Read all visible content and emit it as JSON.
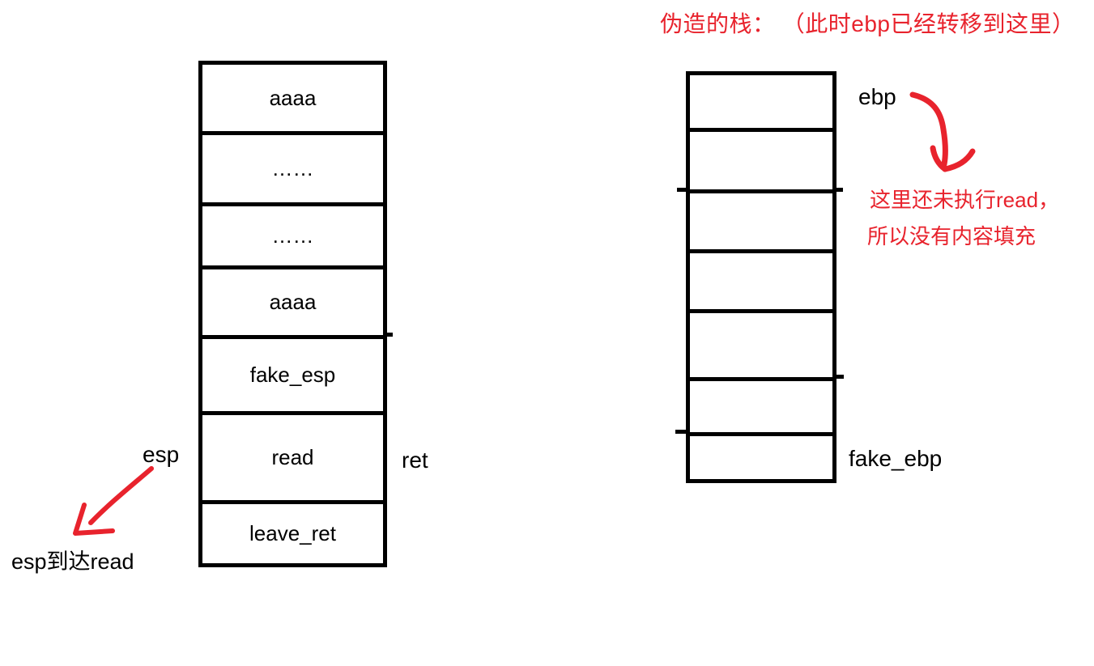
{
  "title": "伪造的栈： （此时ebp已经转移到这里）",
  "colors": {
    "annotation_red": "#e8232d",
    "stack_border_black": "#000000",
    "background": "#ffffff"
  },
  "left_stack": {
    "cells": [
      "aaaa",
      "……",
      "……",
      "aaaa",
      "fake_esp",
      "read",
      "leave_ret"
    ],
    "esp_label": "esp",
    "ret_label": "ret",
    "esp_arrow_note": "esp到达read"
  },
  "right_stack": {
    "cells": [
      "",
      "",
      "",
      "",
      "",
      "",
      ""
    ],
    "ebp_label": "ebp",
    "fake_ebp_label": "fake_ebp",
    "ebp_arrow_note_line1": "这里还未执行read，",
    "ebp_arrow_note_line2": "所以没有内容填充"
  }
}
